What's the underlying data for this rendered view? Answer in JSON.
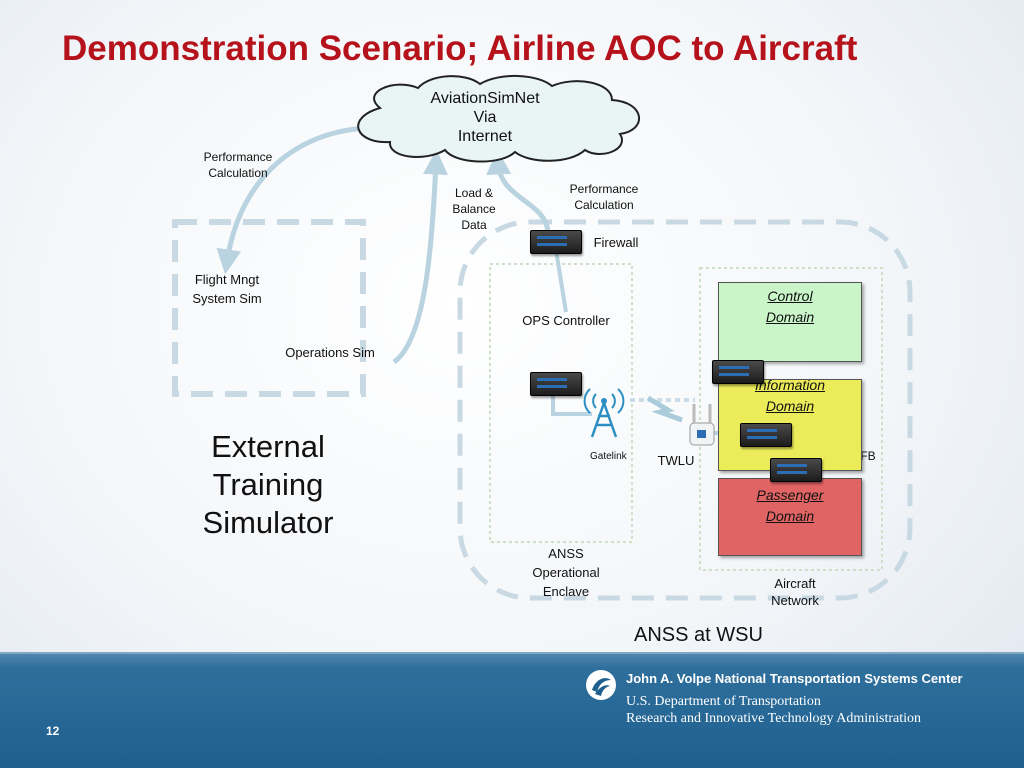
{
  "title": "Demonstration Scenario; Airline AOC to Aircraft",
  "cloud": {
    "line1": "AviationSimNet",
    "line2": "Via",
    "line3": "Internet"
  },
  "labels": {
    "perf_calc_left": "Performance Calculation",
    "perf_calc_right": "Performance Calculation",
    "load_balance": "Load & Balance Data",
    "firewall": "Firewall",
    "fms": "Flight Mngt System Sim",
    "ops_sim": "Operations Sim",
    "ops_controller": "OPS Controller",
    "gatelink": "Gatelink",
    "twlu": "TWLU",
    "efb": "EFB",
    "anss_enclave": "ANSS Operational Enclave",
    "aircraft_network": "Aircraft Network",
    "anss_wsu": "ANSS at WSU",
    "external_sim": "External Training Simulator"
  },
  "domains": {
    "control": "Control Domain",
    "information": "Information Domain",
    "passenger": "Passenger Domain"
  },
  "colors": {
    "title": "#b5121b",
    "control_domain": "#c9f5c9",
    "information_domain": "#ecec5a",
    "passenger_domain": "#e06464",
    "dashed_boundary": "#c9d9e3",
    "arrow": "#b9d3e0"
  },
  "footer": {
    "center_name": "John A. Volpe National Transportation Systems Center",
    "dept": "U.S. Department of Transportation",
    "admin": "Research and Innovative Technology Administration",
    "page_number": "12"
  }
}
